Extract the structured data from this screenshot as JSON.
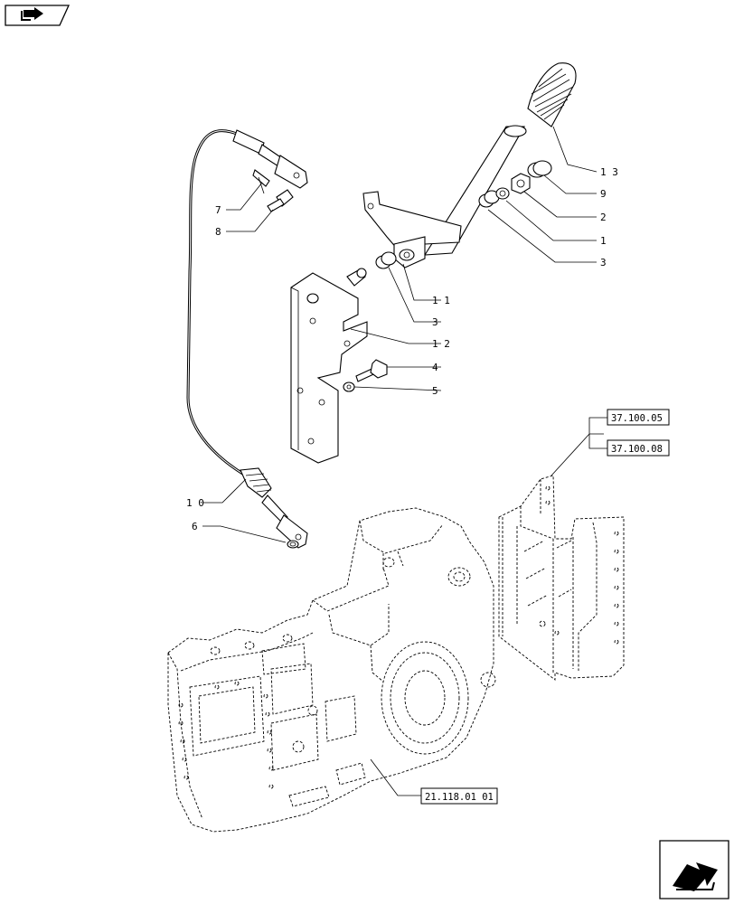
{
  "nav": {
    "back_icon": "back-arrow-icon",
    "forward_icon": "forward-arrow-icon"
  },
  "callouts": [
    {
      "id": "c13",
      "label": "1 3"
    },
    {
      "id": "c9",
      "label": "9"
    },
    {
      "id": "c2",
      "label": "2"
    },
    {
      "id": "c1",
      "label": "1"
    },
    {
      "id": "c3a",
      "label": "3"
    },
    {
      "id": "c11",
      "label": "1 1"
    },
    {
      "id": "c3b",
      "label": "3"
    },
    {
      "id": "c12",
      "label": "1 2"
    },
    {
      "id": "c4",
      "label": "4"
    },
    {
      "id": "c5",
      "label": "5"
    },
    {
      "id": "c7",
      "label": "7"
    },
    {
      "id": "c8",
      "label": "8"
    },
    {
      "id": "c10",
      "label": "1 0"
    },
    {
      "id": "c6",
      "label": "6"
    }
  ],
  "references": [
    {
      "id": "ref1",
      "label": "37.100.05"
    },
    {
      "id": "ref2",
      "label": "37.100.08"
    },
    {
      "id": "ref3",
      "label": "21.118.01 01"
    }
  ]
}
